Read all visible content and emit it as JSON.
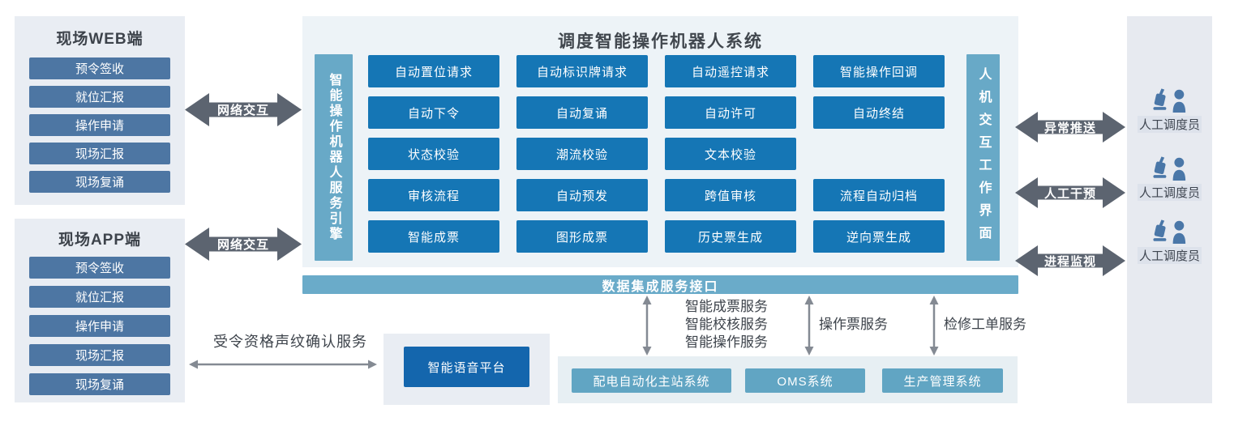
{
  "colors": {
    "grid_button_blue": "#1576b5",
    "side_button_steel_blue": "#4d76a3",
    "vertical_bar_teal": "#68a9c7",
    "data_bar_teal": "#6aabc9",
    "system_box_teal": "#61a5c3",
    "voice_box_dark_blue": "#1466ad",
    "block_arrow_gray": "#5c6470",
    "thin_arrow_gray": "#848a93",
    "panel_bg": "#e9edf3",
    "main_bg": "#edf3f7",
    "systems_panel_bg": "#e7eff3",
    "right_panel_bg": "#e7eaf0",
    "text_dark": "#3d434b",
    "person_icon_blue": "#4a77a8"
  },
  "web_panel": {
    "title": "现场WEB端",
    "items": [
      "预令签收",
      "就位汇报",
      "操作申请",
      "现场汇报",
      "现场复诵"
    ]
  },
  "app_panel": {
    "title": "现场APP端",
    "items": [
      "预令签收",
      "就位汇报",
      "操作申请",
      "现场汇报",
      "现场复诵"
    ]
  },
  "network_links": {
    "web": "网络交互",
    "app": "网络交互"
  },
  "main_system": {
    "title": "调度智能操作机器人系统",
    "engine_bar": "智能操作机器人服务引擎",
    "hmi_bar": "人机交互工作界面",
    "grid": [
      [
        "自动置位请求",
        "自动标识牌请求",
        "自动遥控请求",
        "智能操作回调"
      ],
      [
        "自动下令",
        "自动复诵",
        "自动许可",
        "自动终结"
      ],
      [
        "状态校验",
        "潮流校验",
        "文本校验",
        null
      ],
      [
        "审核流程",
        "自动预发",
        "跨值审核",
        "流程自动归档"
      ],
      [
        "智能成票",
        "图形成票",
        "历史票生成",
        "逆向票生成"
      ]
    ]
  },
  "data_bar": {
    "label": "数据集成服务接口"
  },
  "service_links": {
    "link1": {
      "line1": "智能成票服务",
      "line2": "智能校核服务",
      "line3": "智能操作服务"
    },
    "link2": {
      "label": "操作票服务"
    },
    "link3": {
      "label": "检修工单服务"
    }
  },
  "systems_panel": {
    "system1": "配电自动化主站系统",
    "system2": "OMS系统",
    "system3": "生产管理系统"
  },
  "voice_service": {
    "label": "受令资格声纹确认服务",
    "platform": "智能语音平台"
  },
  "hmi_links": {
    "link1": "异常推送",
    "link2": "人工干预",
    "link3": "进程监视"
  },
  "dispatchers": {
    "label1": "人工调度员",
    "label2": "人工调度员",
    "label3": "人工调度员"
  }
}
